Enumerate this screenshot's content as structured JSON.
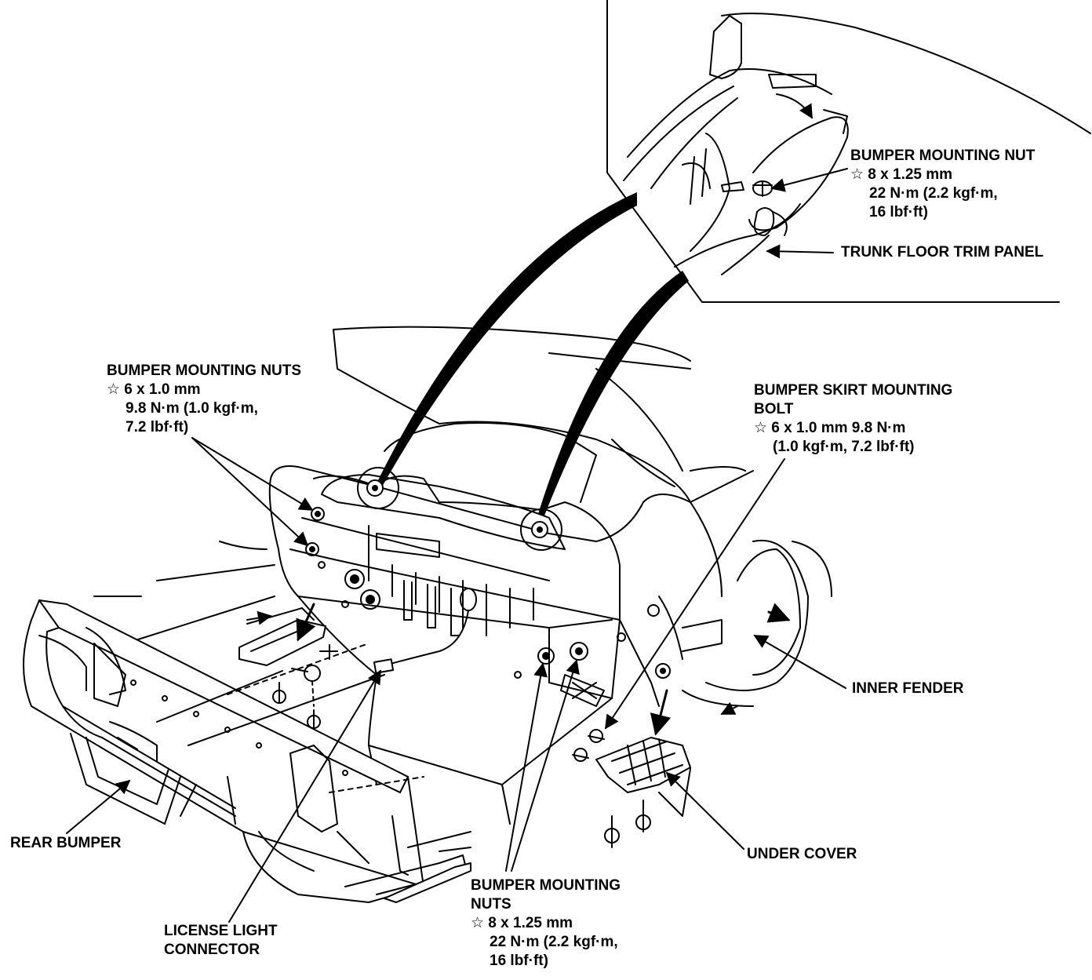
{
  "labels": {
    "nut_upper": {
      "title": "BUMPER MOUNTING NUT",
      "size": "☆ 8 x 1.25 mm",
      "torque": "22 N·m (2.2 kgf·m,",
      "torque2": "16 lbf·ft)"
    },
    "trunk_trim": "TRUNK FLOOR TRIM PANEL",
    "nuts_left": {
      "title": "BUMPER MOUNTING NUTS",
      "size": "☆ 6 x 1.0 mm",
      "torque": "9.8 N·m (1.0 kgf·m,",
      "torque2": "7.2 lbf·ft)"
    },
    "skirt_bolt": {
      "title": "BUMPER SKIRT MOUNTING",
      "title2": "BOLT",
      "size": "☆ 6 x 1.0 mm 9.8 N·m",
      "torque": "(1.0 kgf·m, 7.2 lbf·ft)"
    },
    "inner_fender": "INNER FENDER",
    "rear_bumper": "REAR BUMPER",
    "under_cover": "UNDER COVER",
    "license": {
      "line1": "LICENSE LIGHT",
      "line2": "CONNECTOR"
    },
    "nuts_bottom": {
      "title": "BUMPER MOUNTING",
      "title2": "NUTS",
      "size": "☆ 8 x 1.25 mm",
      "torque": "22 N·m (2.2 kgf·m,",
      "torque2": "16 lbf·ft)"
    }
  },
  "colors": {
    "ink": "#000000",
    "paper": "#ffffff"
  }
}
